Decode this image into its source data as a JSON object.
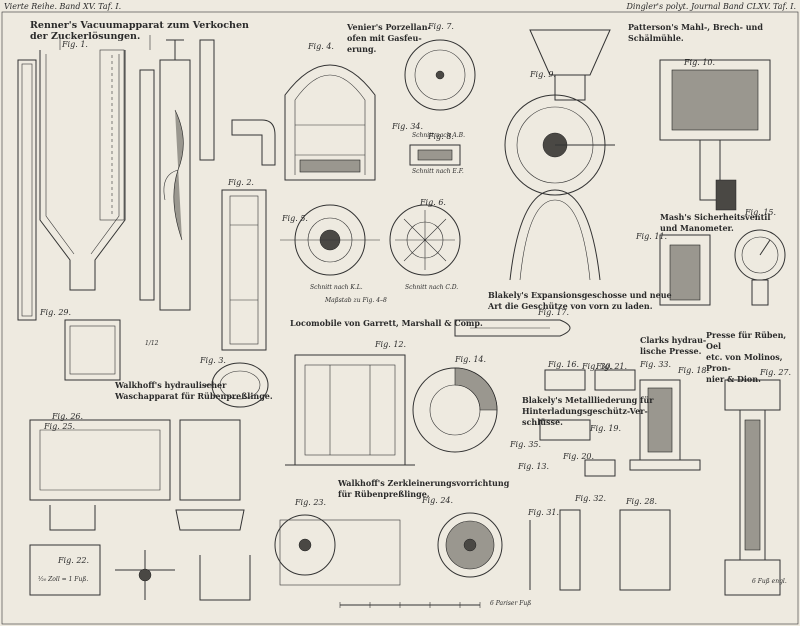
{
  "header": {
    "left": "Vierte Reihe. Band XV. Taf. I.",
    "right": "Dingler's polyt. Journal Band CLXV. Taf. I."
  },
  "titles": {
    "renner": "Renner's Vacuumapparat zum Verkochen\nder Zuckerlösungen.",
    "venier": "Venier's Porzellan-\nofen mit Gasfeu-\nerung.",
    "patterson": "Patterson's Mahl-, Brech- und Schälmühle.",
    "mash": "Mash's Sicherheitsventil\nund Manometer.",
    "blakely_expansion": "Blakely's Expansionsgeschosse und neue\nArt die Geschütze von vorn zu laden.",
    "locomobile": "Locomobile von Garrett, Marshall & Comp.",
    "clark": "Clarks hydrau-\nlische Presse.",
    "presse_rueben": "Presse für Rüben, Oel\netc. von Molinos, Pron-\nnier & Dion.",
    "walkhoff_wasch": "Walkhoff's hydraulischer\nWaschapparat für Rübenpreßlinge.",
    "blakely_metall": "Blakely's Metallliederung für\nHinterladungsgeschütz-Ver-\nschlüsse.",
    "walkhoff_zerklein": "Walkhoff's Zerkleinerungsvorrichtung\nfür Rübenpreßlinge."
  },
  "figures": {
    "fig1": "Fig. 1.",
    "fig2": "Fig. 2.",
    "fig3": "Fig. 3.",
    "fig4": "Fig. 4.",
    "fig5": "Fig. 5.",
    "fig6": "Fig. 6.",
    "fig7": "Fig. 7.",
    "fig8": "Fig. 8.",
    "fig9": "Fig. 9.",
    "fig10": "Fig. 10.",
    "fig11": "Fig. 11.",
    "fig12": "Fig. 12.",
    "fig13": "Fig. 13.",
    "fig14": "Fig. 14.",
    "fig15": "Fig. 15.",
    "fig16": "Fig. 16.",
    "fig17": "Fig. 17.",
    "fig18": "Fig. 18.",
    "fig19": "Fig. 19.",
    "fig20": "Fig. 20.",
    "fig21": "Fig. 21.",
    "fig22": "Fig. 22.",
    "fig23": "Fig. 23.",
    "fig24": "Fig. 24.",
    "fig25": "Fig. 25.",
    "fig26": "Fig. 26.",
    "fig27": "Fig. 27.",
    "fig28": "Fig. 28.",
    "fig29": "Fig. 29.",
    "fig30": "Fig. 30.",
    "fig31": "Fig. 31.",
    "fig32": "Fig. 32.",
    "fig33": "Fig. 33.",
    "fig34": "Fig. 34.",
    "fig35": "Fig. 35."
  },
  "notes": {
    "schnitt_ab": "Schnitt nach A.B.",
    "schnitt_cd": "Schnitt nach C.D.",
    "schnitt_ef": "Schnitt nach E.F.",
    "schnitt_kl": "Schnitt nach K.L.",
    "scale_fuss": "⅟₂₀ Zoll = 1 Fuß.",
    "massstab": "Maßstab zu Fig. 4–8",
    "pariser": "6 Pariser Fuß",
    "engl": "6 Fuß engl.",
    "scale_12": "1/12"
  }
}
